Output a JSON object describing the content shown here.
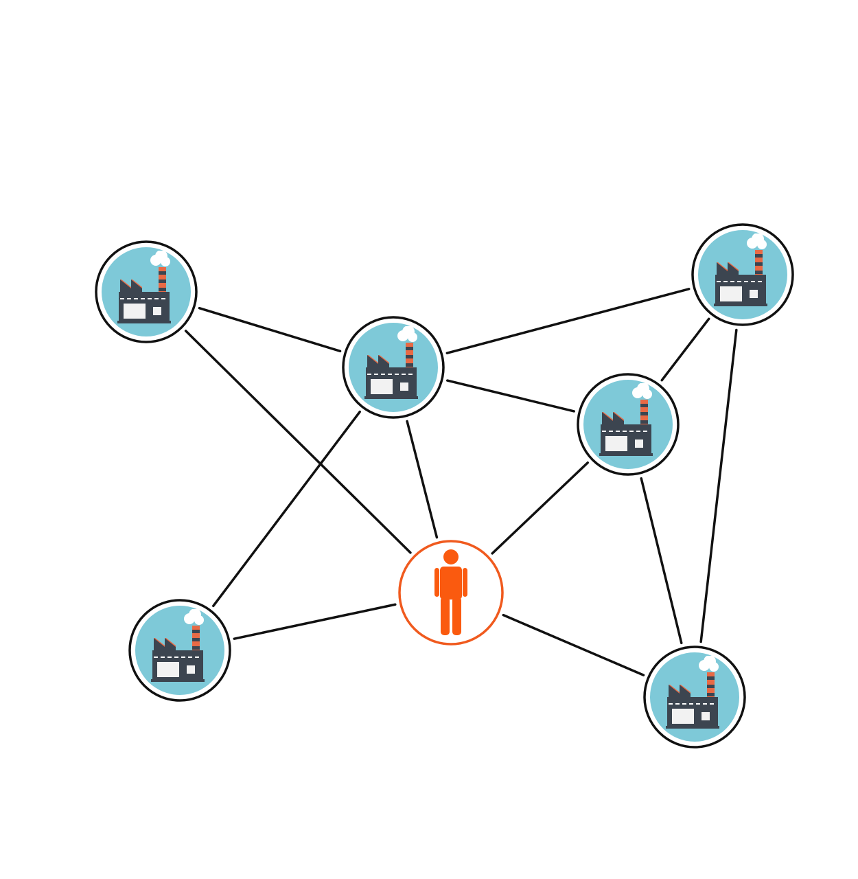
{
  "colors": {
    "background": "#ffffff",
    "edge": "#111111",
    "factory_node_fill": "#7ec9d8",
    "factory_node_border": "#111111",
    "person_node_border": "#f05a1e",
    "person_fill": "#fa5a0f",
    "factory_building": "#3c4550",
    "factory_stripe": "#e86a45",
    "smoke": "#ffffff"
  },
  "nodes": [
    {
      "id": "factory-1",
      "type": "factory",
      "icon": "factory-icon"
    },
    {
      "id": "factory-2",
      "type": "factory",
      "icon": "factory-icon"
    },
    {
      "id": "factory-3",
      "type": "factory",
      "icon": "factory-icon"
    },
    {
      "id": "factory-4",
      "type": "factory",
      "icon": "factory-icon"
    },
    {
      "id": "factory-5",
      "type": "factory",
      "icon": "factory-icon"
    },
    {
      "id": "factory-6",
      "type": "factory",
      "icon": "factory-icon"
    },
    {
      "id": "person",
      "type": "person",
      "icon": "person-icon"
    }
  ],
  "edges": [
    [
      "factory-1",
      "factory-2"
    ],
    [
      "factory-1",
      "person"
    ],
    [
      "factory-2",
      "factory-3"
    ],
    [
      "factory-2",
      "factory-4"
    ],
    [
      "factory-2",
      "factory-5"
    ],
    [
      "factory-2",
      "person"
    ],
    [
      "factory-3",
      "factory-4"
    ],
    [
      "factory-3",
      "factory-6"
    ],
    [
      "factory-4",
      "person"
    ],
    [
      "factory-4",
      "factory-6"
    ],
    [
      "factory-5",
      "person"
    ],
    [
      "person",
      "factory-6"
    ]
  ]
}
